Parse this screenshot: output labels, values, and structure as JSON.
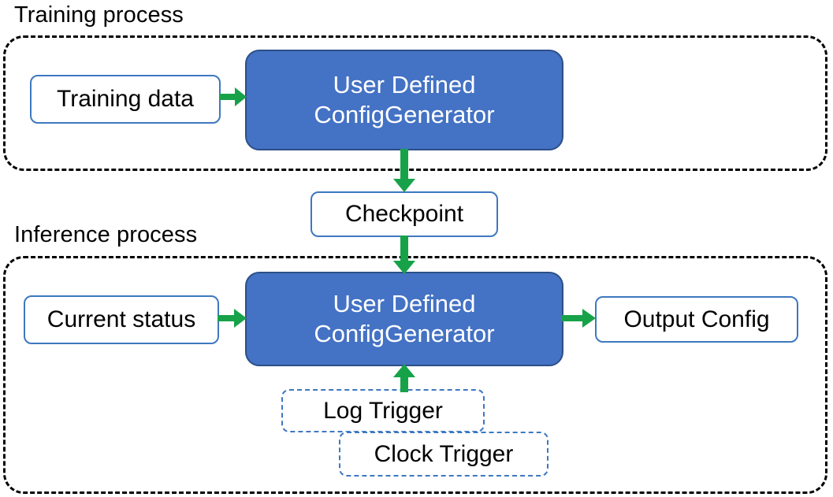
{
  "diagram": {
    "title_training": "Training process",
    "title_inference": "Inference process",
    "colors": {
      "node_blue_fill": "#4472C4",
      "node_blue_border": "#2C4F87",
      "node_white_border": "#3E78C0",
      "arrow_green": "#17A24A",
      "container_border": "#000000",
      "text_dark": "#000000",
      "text_light": "#FFFFFF"
    }
  },
  "training": {
    "input": {
      "label": "Training data"
    },
    "generator": {
      "line1": "User Defined",
      "line2": "ConfigGenerator"
    }
  },
  "checkpoint": {
    "label": "Checkpoint"
  },
  "inference": {
    "input": {
      "label": "Current status"
    },
    "generator": {
      "line1": "User Defined",
      "line2": "ConfigGenerator"
    },
    "output": {
      "label": "Output Config"
    },
    "triggers": [
      {
        "label": "Log Trigger"
      },
      {
        "label": "Clock Trigger"
      }
    ]
  },
  "arrows": [
    {
      "name": "training-data-to-generator",
      "direction": "right"
    },
    {
      "name": "generator-to-checkpoint",
      "direction": "down"
    },
    {
      "name": "checkpoint-to-generator",
      "direction": "down"
    },
    {
      "name": "current-status-to-generator",
      "direction": "right"
    },
    {
      "name": "generator-to-output-config",
      "direction": "right"
    },
    {
      "name": "triggers-to-generator",
      "direction": "up"
    }
  ]
}
